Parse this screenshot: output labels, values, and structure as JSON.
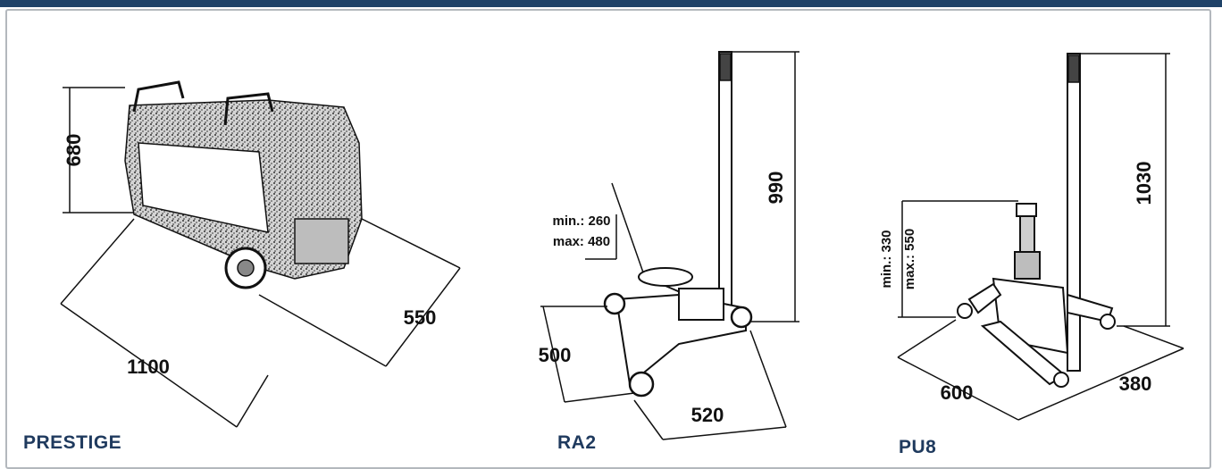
{
  "products": [
    {
      "name": "PRESTIGE",
      "dimensions": {
        "height": "680",
        "length": "1100",
        "width": "550"
      }
    },
    {
      "name": "RA2",
      "dimensions": {
        "height": "990",
        "length": "500",
        "width": "520",
        "lift_min": "min.: 260",
        "lift_max": "max: 480"
      }
    },
    {
      "name": "PU8",
      "dimensions": {
        "height": "1030",
        "length": "600",
        "width": "380",
        "lift_min": "min.: 330",
        "lift_max": "max.: 550"
      }
    }
  ],
  "colors": {
    "header_bar": "#1f4268",
    "label_text": "#1f3a5e",
    "frame_border": "#b3b8bd"
  }
}
